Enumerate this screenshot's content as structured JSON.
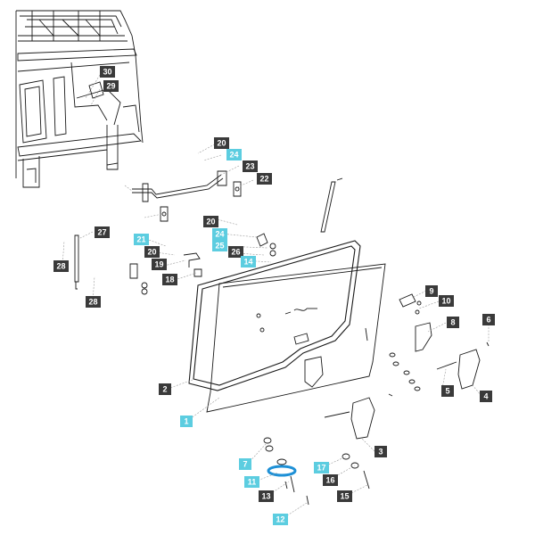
{
  "diagram": {
    "colors": {
      "line": "#1a1a1a",
      "leader": "#9a9a9a",
      "label_dark_bg": "#3a3a3a",
      "label_dark_text": "#ffffff",
      "label_cyan_bg": "#5ccde0",
      "label_cyan_text": "#ffffff",
      "highlight_ring": "#1e90d6"
    },
    "callouts": [
      {
        "id": "c30",
        "text": "30",
        "style": "dark"
      },
      {
        "id": "c29",
        "text": "29",
        "style": "dark"
      },
      {
        "id": "c20a",
        "text": "20",
        "style": "dark"
      },
      {
        "id": "c24a",
        "text": "24",
        "style": "cyan"
      },
      {
        "id": "c23",
        "text": "23",
        "style": "dark"
      },
      {
        "id": "c22",
        "text": "22",
        "style": "dark"
      },
      {
        "id": "c20b",
        "text": "20",
        "style": "dark"
      },
      {
        "id": "c24b",
        "text": "24",
        "style": "cyan"
      },
      {
        "id": "c25",
        "text": "25",
        "style": "cyan"
      },
      {
        "id": "c26",
        "text": "26",
        "style": "dark"
      },
      {
        "id": "c14",
        "text": "14",
        "style": "cyan"
      },
      {
        "id": "c27",
        "text": "27",
        "style": "dark"
      },
      {
        "id": "c21",
        "text": "21",
        "style": "cyan"
      },
      {
        "id": "c20c",
        "text": "20",
        "style": "dark"
      },
      {
        "id": "c19",
        "text": "19",
        "style": "dark"
      },
      {
        "id": "c18",
        "text": "18",
        "style": "dark"
      },
      {
        "id": "c28a",
        "text": "28",
        "style": "dark"
      },
      {
        "id": "c28b",
        "text": "28",
        "style": "dark"
      },
      {
        "id": "c9",
        "text": "9",
        "style": "dark"
      },
      {
        "id": "c10",
        "text": "10",
        "style": "dark"
      },
      {
        "id": "c8",
        "text": "8",
        "style": "dark"
      },
      {
        "id": "c6",
        "text": "6",
        "style": "dark"
      },
      {
        "id": "c5",
        "text": "5",
        "style": "dark"
      },
      {
        "id": "c4",
        "text": "4",
        "style": "dark"
      },
      {
        "id": "c2",
        "text": "2",
        "style": "dark"
      },
      {
        "id": "c1",
        "text": "1",
        "style": "cyan"
      },
      {
        "id": "c3",
        "text": "3",
        "style": "dark"
      },
      {
        "id": "c7",
        "text": "7",
        "style": "cyan"
      },
      {
        "id": "c17",
        "text": "17",
        "style": "cyan"
      },
      {
        "id": "c11",
        "text": "11",
        "style": "cyan"
      },
      {
        "id": "c16",
        "text": "16",
        "style": "dark"
      },
      {
        "id": "c13",
        "text": "13",
        "style": "dark"
      },
      {
        "id": "c15",
        "text": "15",
        "style": "dark"
      },
      {
        "id": "c12",
        "text": "12",
        "style": "cyan"
      }
    ]
  }
}
